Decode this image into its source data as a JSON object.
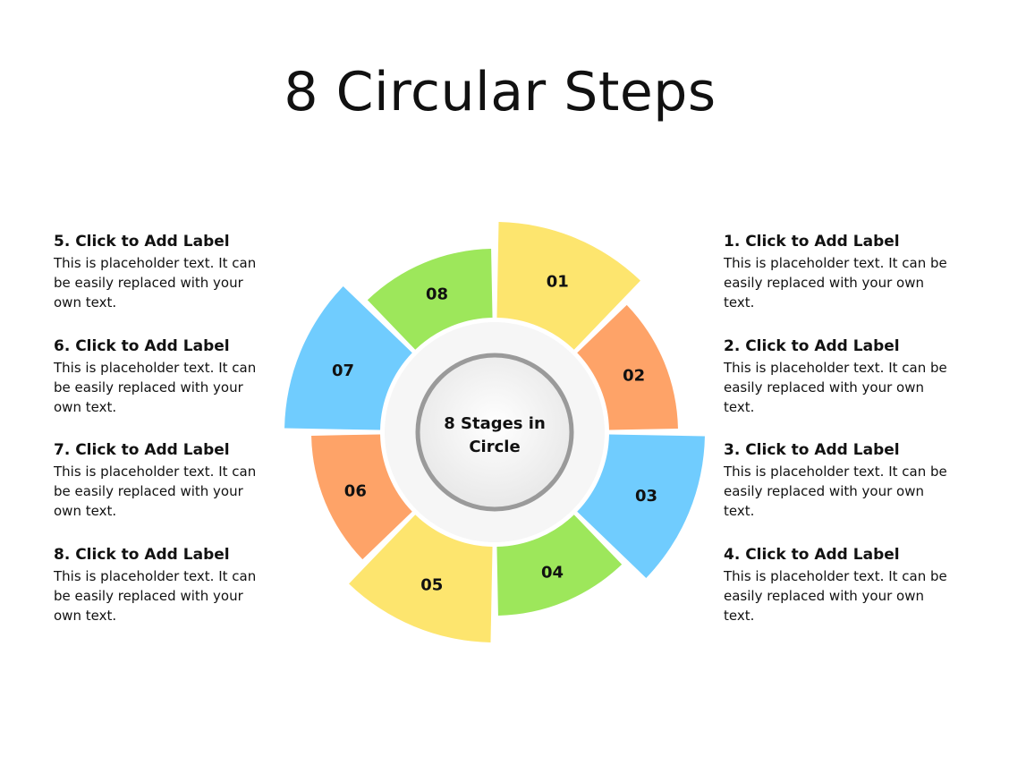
{
  "title": "8 Circular Steps",
  "center_label": [
    "8 Stages in",
    "Circle"
  ],
  "segments": [
    {
      "number": "01",
      "color": "#FDE56E"
    },
    {
      "number": "02",
      "color": "#FEA368"
    },
    {
      "number": "03",
      "color": "#70CCFE"
    },
    {
      "number": "04",
      "color": "#9DE75B"
    },
    {
      "number": "05",
      "color": "#FDE56E"
    },
    {
      "number": "06",
      "color": "#FEA368"
    },
    {
      "number": "07",
      "color": "#70CCFE"
    },
    {
      "number": "08",
      "color": "#9DE75B"
    }
  ],
  "labels": [
    {
      "title": "1. Click to Add Label",
      "text": "This is placeholder text.  It can be easily replaced with your own text."
    },
    {
      "title": "2. Click to Add Label",
      "text": "This is placeholder text.  It can be easily replaced with your own text."
    },
    {
      "title": "3. Click to Add Label",
      "text": "This is placeholder text.  It can be easily replaced with your own text."
    },
    {
      "title": "4. Click to Add Label",
      "text": "This is placeholder text.  It can be easily replaced with your own text."
    },
    {
      "title": "5. Click to Add Label",
      "text": "This is placeholder text.  It can be easily replaced with your own text."
    },
    {
      "title": "6. Click to Add Label",
      "text": "This is placeholder text.  It can be easily replaced with your own text."
    },
    {
      "title": "7. Click to Add Label",
      "text": "This is placeholder text.  It can be easily replaced with your own text."
    },
    {
      "title": "8. Click to Add Label",
      "text": "This is placeholder text.  It can be easily replaced with your own text."
    }
  ]
}
